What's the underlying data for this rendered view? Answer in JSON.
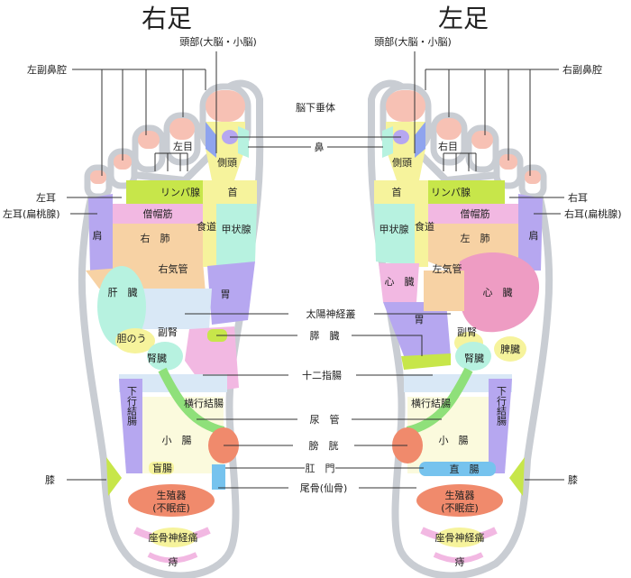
{
  "titles": {
    "right_foot": "右足",
    "left_foot": "左足"
  },
  "callouts_left": {
    "head": "頭部(大脳・小脳)",
    "sinus": "左副鼻腔",
    "eye": "左目",
    "ear": "左耳",
    "tonsil": "左耳(扁桃腺)",
    "knee": "膝"
  },
  "callouts_right": {
    "head": "頭部(大脳・小脳)",
    "sinus": "右副鼻腔",
    "eye": "右目",
    "ear": "右耳",
    "tonsil": "右耳(扁桃腺)",
    "knee": "膝"
  },
  "center_labels": {
    "pituitary": "脳下垂体",
    "nose": "鼻",
    "solar_plexus": "太陽神経叢",
    "pancreas": "膵　臓",
    "duodenum": "十二指腸",
    "ureter": "尿　管",
    "bladder": "膀　胱",
    "anus": "肛　門",
    "coccyx": "尾骨(仙骨)"
  },
  "zones_right_foot": {
    "side_head": "側頭",
    "neck": "首",
    "lymph": "リンパ腺",
    "trapezius": "僧帽筋",
    "shoulder": "肩",
    "lung": "右　肺",
    "esophagus": "食道",
    "thyroid": "甲状腺",
    "bronchus": "右気管",
    "liver": "肝　臓",
    "stomach": "胃",
    "gallbladder": "胆のう",
    "adrenal": "副腎",
    "kidney": "腎臓",
    "transverse_colon": "横行結腸",
    "descending_colon": "下行結腸",
    "small_intestine": "小　腸",
    "cecum": "盲腸",
    "genital": "生殖器",
    "insomnia": "(不眠症)",
    "sciatica": "座骨神経痛",
    "hemorrhoid": "痔"
  },
  "zones_left_foot": {
    "side_head": "側頭",
    "neck": "首",
    "lymph": "リンパ腺",
    "trapezius": "僧帽筋",
    "shoulder": "肩",
    "lung": "左　肺",
    "esophagus": "食道",
    "thyroid": "甲状腺",
    "bronchus": "左気管",
    "heart_small": "心　臓",
    "heart": "心　臓",
    "stomach": "胃",
    "spleen": "脾臓",
    "adrenal": "副腎",
    "kidney": "腎臓",
    "transverse_colon": "横行結腸",
    "descending_colon": "下行結腸",
    "small_intestine": "小　腸",
    "rectum": "直　腸",
    "genital": "生殖器",
    "insomnia": "(不眠症)",
    "sciatica": "座骨神経痛",
    "hemorrhoid": "痔"
  },
  "colors": {
    "outline": "#c9cdd3",
    "toe_tip": "#f7c1b4",
    "yellow": "#f6f39c",
    "lime": "#c7e64a",
    "pink": "#f2b8e2",
    "orange": "#f7d2a4",
    "purple": "#b6a7f0",
    "mint": "#b7f2e0",
    "pale_blue": "#d9e8f6",
    "salmon": "#f08a6c",
    "green": "#8fe07a",
    "blue": "#76c3ee",
    "heart_pink": "#ee9cc3"
  }
}
